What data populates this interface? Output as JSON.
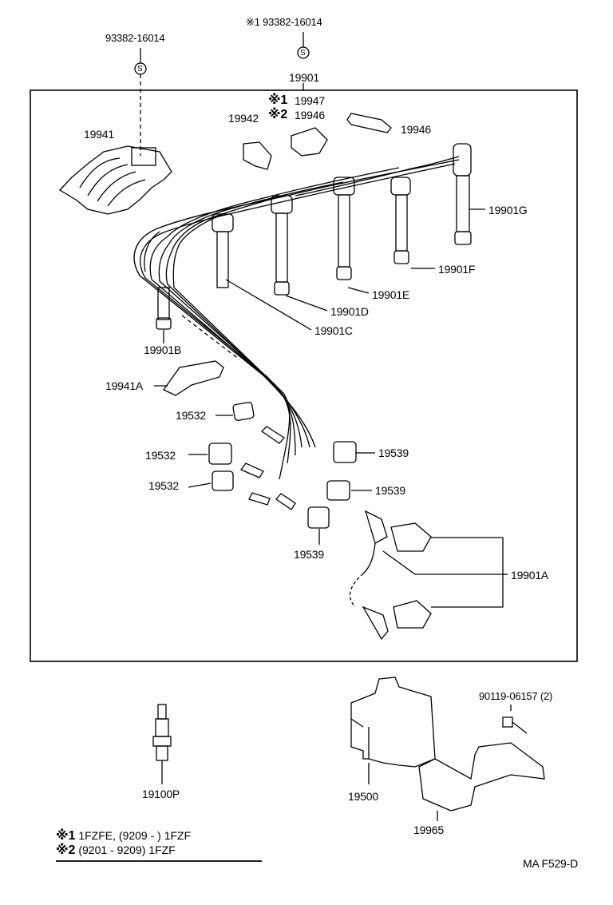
{
  "labels": {
    "top_left_part": "93382-16014",
    "top_mid_part": "※1 93382-16014",
    "set_number": "19901",
    "p19941": "19941",
    "p19942": "19942",
    "mark1_top": "※1",
    "mark2_top": "※2",
    "p19947": "19947",
    "p19946a": "19946",
    "p19946b": "19946",
    "p19901G": "19901G",
    "p19901F": "19901F",
    "p19901E": "19901E",
    "p19901D": "19901D",
    "p19901C": "19901C",
    "p19901B": "19901B",
    "p19941A": "19941A",
    "p19532a": "19532",
    "p19532b": "19532",
    "p19532c": "19532",
    "p19539a": "19539",
    "p19539b": "19539",
    "p19539c": "19539",
    "p19901A": "19901A",
    "p19100P": "19100P",
    "p19500": "19500",
    "p19965": "19965",
    "p90119": "90119-06157 (2)",
    "s_symbol": "S",
    "code": "MA F529-D"
  },
  "legend": [
    {
      "mark": "※1",
      "text": "1FZFE, (9209 -          ) 1FZF"
    },
    {
      "mark": "※2",
      "text": "(9201 - 9209) 1FZF"
    }
  ]
}
